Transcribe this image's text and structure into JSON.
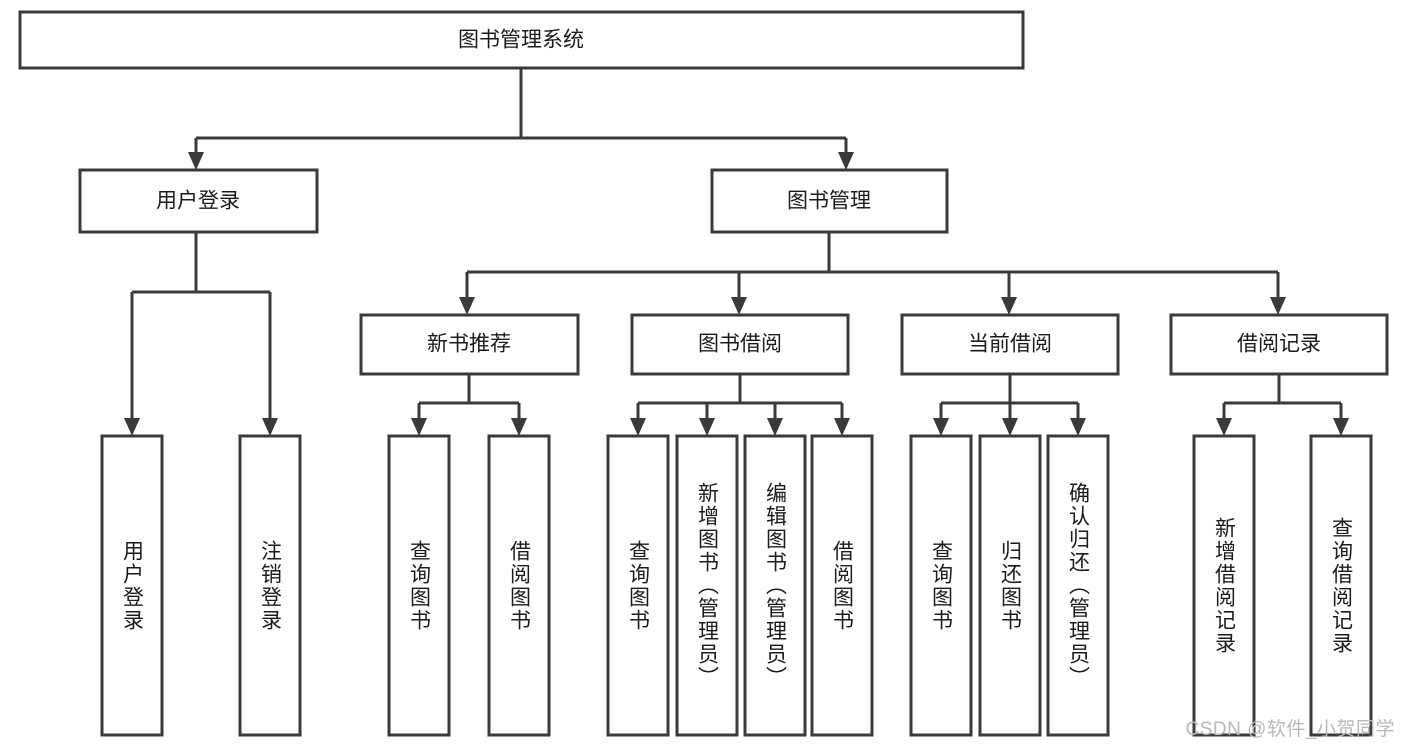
{
  "diagram": {
    "title": "图书管理系统",
    "type": "tree",
    "root": {
      "id": "root",
      "label": "图书管理系统",
      "orientation": "horizontal"
    },
    "level2": [
      {
        "id": "user-login",
        "label": "用户登录",
        "orientation": "horizontal"
      },
      {
        "id": "book-management",
        "label": "图书管理",
        "orientation": "horizontal"
      }
    ],
    "level3": [
      {
        "id": "new-book-recommend",
        "label": "新书推荐",
        "parent": "book-management",
        "orientation": "horizontal"
      },
      {
        "id": "book-borrow",
        "label": "图书借阅",
        "parent": "book-management",
        "orientation": "horizontal"
      },
      {
        "id": "current-borrow",
        "label": "当前借阅",
        "parent": "book-management",
        "orientation": "horizontal"
      },
      {
        "id": "borrow-record",
        "label": "借阅记录",
        "parent": "book-management",
        "orientation": "horizontal"
      }
    ],
    "leaves": [
      {
        "id": "leaf-user-login",
        "label": "用户登录",
        "parent": "user-login",
        "orientation": "vertical"
      },
      {
        "id": "leaf-logout-login",
        "label": "注销登录",
        "parent": "user-login",
        "orientation": "vertical"
      },
      {
        "id": "leaf-query-book-1",
        "label": "查询图书",
        "parent": "new-book-recommend",
        "orientation": "vertical"
      },
      {
        "id": "leaf-borrow-book-1",
        "label": "借阅图书",
        "parent": "new-book-recommend",
        "orientation": "vertical"
      },
      {
        "id": "leaf-query-book-2",
        "label": "查询图书",
        "parent": "book-borrow",
        "orientation": "vertical"
      },
      {
        "id": "leaf-add-book",
        "label": "新增图书（管理员）",
        "parent": "book-borrow",
        "orientation": "vertical"
      },
      {
        "id": "leaf-edit-book",
        "label": "编辑图书（管理员）",
        "parent": "book-borrow",
        "orientation": "vertical"
      },
      {
        "id": "leaf-borrow-book-2",
        "label": "借阅图书",
        "parent": "book-borrow",
        "orientation": "vertical"
      },
      {
        "id": "leaf-query-book-3",
        "label": "查询图书",
        "parent": "current-borrow",
        "orientation": "vertical"
      },
      {
        "id": "leaf-return-book",
        "label": "归还图书",
        "parent": "current-borrow",
        "orientation": "vertical"
      },
      {
        "id": "leaf-confirm-return",
        "label": "确认归还（管理员）",
        "parent": "current-borrow",
        "orientation": "vertical"
      },
      {
        "id": "leaf-add-record",
        "label": "新增借阅记录",
        "parent": "borrow-record",
        "orientation": "vertical"
      },
      {
        "id": "leaf-query-record",
        "label": "查询借阅记录",
        "parent": "borrow-record",
        "orientation": "vertical"
      }
    ],
    "colors": {
      "box_stroke": "#3a3a3a",
      "box_fill": "#ffffff",
      "text": "#1b1b1b",
      "edge": "#3a3a3a",
      "background": "#ffffff",
      "watermark": "#b9b9b9"
    }
  },
  "watermark": {
    "text": "CSDN @软件_小贺同学"
  }
}
